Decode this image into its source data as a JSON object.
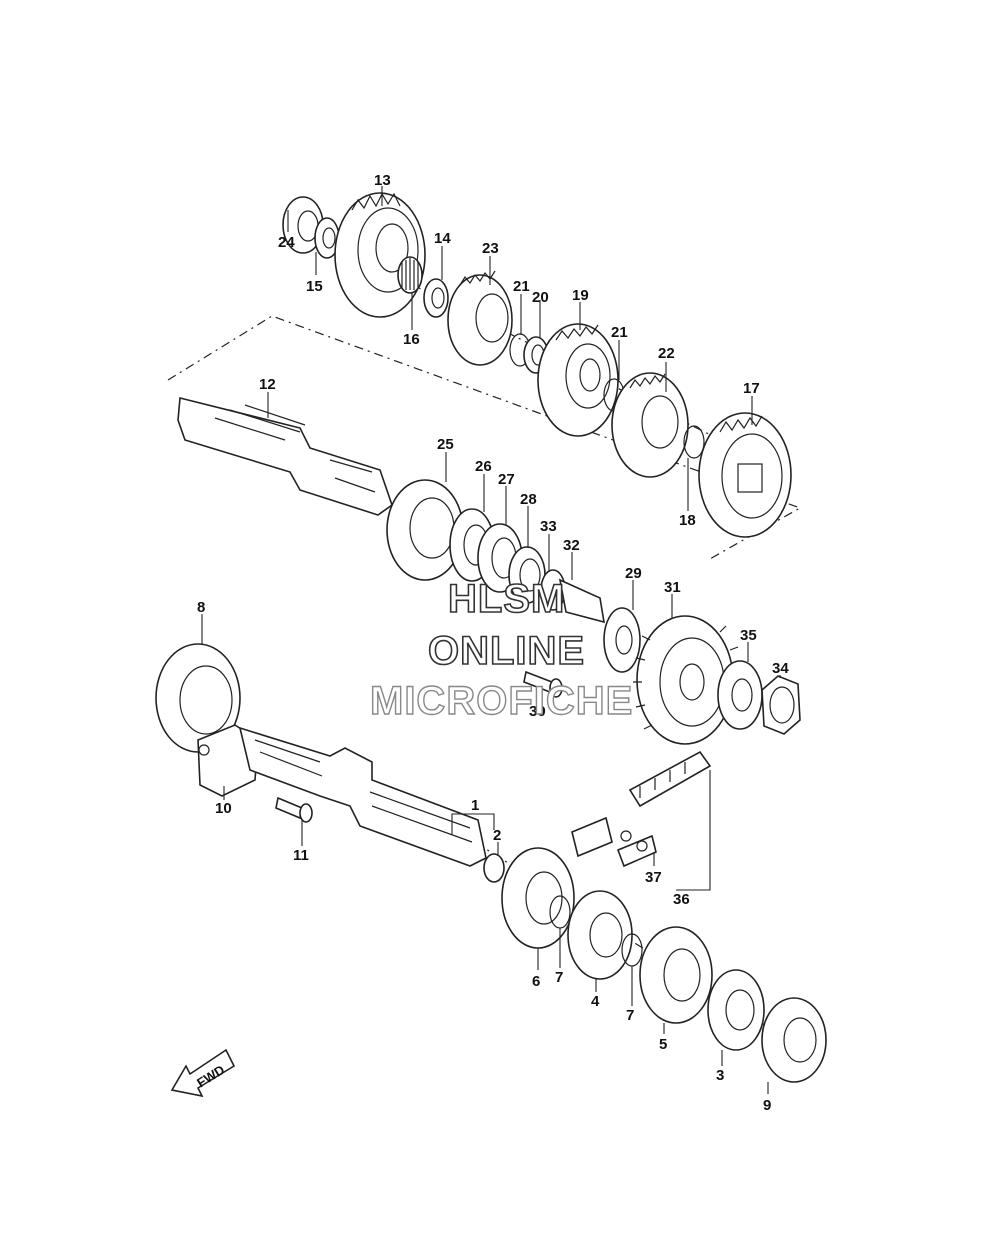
{
  "diagram": {
    "labels": [
      {
        "id": "l13",
        "text": "13"
      },
      {
        "id": "l14",
        "text": "14"
      },
      {
        "id": "l23",
        "text": "23"
      },
      {
        "id": "l24",
        "text": "24"
      },
      {
        "id": "l15",
        "text": "15"
      },
      {
        "id": "l16",
        "text": "16"
      },
      {
        "id": "l21a",
        "text": "21"
      },
      {
        "id": "l20",
        "text": "20"
      },
      {
        "id": "l19",
        "text": "19"
      },
      {
        "id": "l21b",
        "text": "21"
      },
      {
        "id": "l22",
        "text": "22"
      },
      {
        "id": "l17",
        "text": "17"
      },
      {
        "id": "l18",
        "text": "18"
      },
      {
        "id": "l12",
        "text": "12"
      },
      {
        "id": "l25",
        "text": "25"
      },
      {
        "id": "l26",
        "text": "26"
      },
      {
        "id": "l27",
        "text": "27"
      },
      {
        "id": "l28",
        "text": "28"
      },
      {
        "id": "l33",
        "text": "33"
      },
      {
        "id": "l32",
        "text": "32"
      },
      {
        "id": "l29",
        "text": "29"
      },
      {
        "id": "l31",
        "text": "31"
      },
      {
        "id": "l35",
        "text": "35"
      },
      {
        "id": "l34",
        "text": "34"
      },
      {
        "id": "l30",
        "text": "30"
      },
      {
        "id": "l8",
        "text": "8"
      },
      {
        "id": "l10",
        "text": "10"
      },
      {
        "id": "l11",
        "text": "11"
      },
      {
        "id": "l1",
        "text": "1"
      },
      {
        "id": "l2",
        "text": "2"
      },
      {
        "id": "l37",
        "text": "37"
      },
      {
        "id": "l36",
        "text": "36"
      },
      {
        "id": "l6",
        "text": "6"
      },
      {
        "id": "l7a",
        "text": "7"
      },
      {
        "id": "l4",
        "text": "4"
      },
      {
        "id": "l7b",
        "text": "7"
      },
      {
        "id": "l5",
        "text": "5"
      },
      {
        "id": "l3",
        "text": "3"
      },
      {
        "id": "l9",
        "text": "9"
      }
    ],
    "fwd_label": "FWD"
  },
  "watermark": {
    "line1": "HLSM",
    "line2": "ONLINE",
    "line3": "MICROFICHE"
  }
}
